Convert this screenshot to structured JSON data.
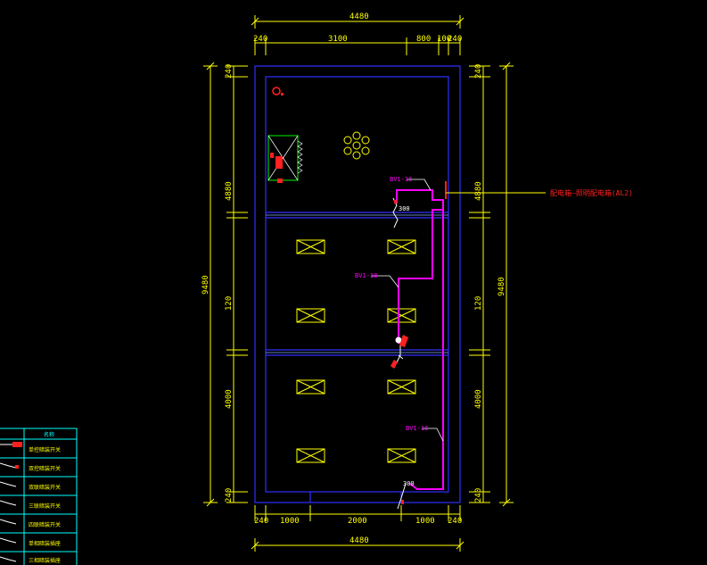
{
  "colors": {
    "background": "#000000",
    "dimension": "#ffff00",
    "wall": "#3030ff",
    "wire": "#ff00ff",
    "red": "#ff2020",
    "white": "#ffffff",
    "legend": "#00ffff",
    "green": "#00cc00"
  },
  "dimensions": {
    "top_total": "4480",
    "top_segments": [
      "240",
      "3100",
      "800",
      "100",
      "240"
    ],
    "bottom_segments": [
      "240",
      "1000",
      "2000",
      "1000",
      "240"
    ],
    "bottom_total": "4480",
    "left_total": "9480",
    "left_segments": [
      "240",
      "4880",
      "120",
      "4000",
      "240"
    ],
    "right_total": "9480",
    "right_segments": [
      "240",
      "4880",
      "120",
      "4000",
      "240"
    ]
  },
  "annotations": {
    "panel_label": "配电箱—照明配电箱(AL2)",
    "circuit_1": "BV1-18",
    "circuit_2": "BV1-18",
    "circuit_3": "BV1-18",
    "height_1": "300",
    "height_2": "300"
  },
  "legend": {
    "header": "名称",
    "rows": [
      "单控暗装开关",
      "双控暗装开关",
      "双联暗装开关",
      "三联暗装开关",
      "四联暗装开关",
      "单相暗装插座",
      "三相暗装插座"
    ]
  }
}
